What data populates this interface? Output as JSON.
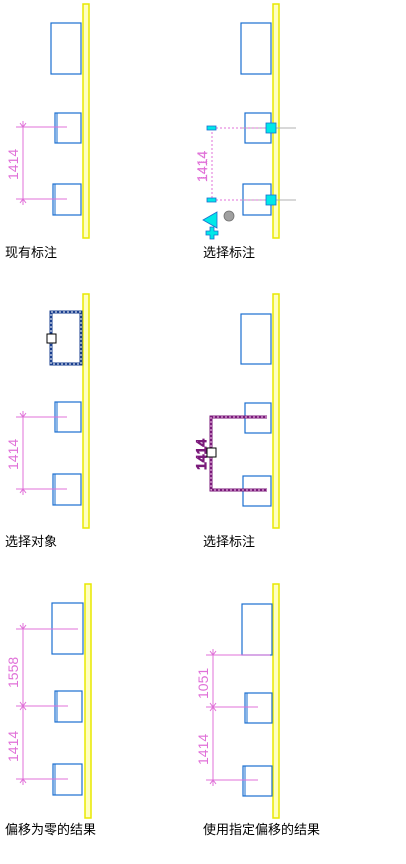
{
  "panels": [
    {
      "caption": "现有标注",
      "dims": [
        "1414"
      ]
    },
    {
      "caption": "选择标注",
      "dims": [
        "1414"
      ]
    },
    {
      "caption": "选择对象",
      "dims": [
        "1414"
      ]
    },
    {
      "caption": "选择标注",
      "dims": [
        "1414"
      ]
    },
    {
      "caption": "偏移为零的结果",
      "dims": [
        "1558",
        "1414"
      ]
    },
    {
      "caption": "使用指定偏移的结果",
      "dims": [
        "1051",
        "1414"
      ]
    }
  ],
  "colors": {
    "wall": "#ffffc0",
    "wall_stroke": "#e8e800",
    "element": "#1a6fd0",
    "dimension": "#e070d8",
    "grip": "#00e8e8"
  }
}
